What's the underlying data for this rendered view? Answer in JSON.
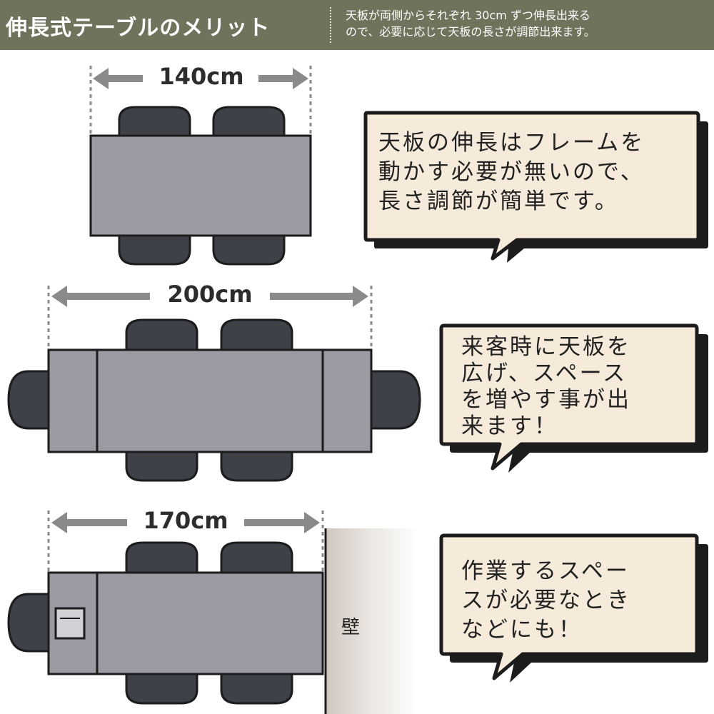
{
  "header": {
    "title": "伸長式テーブルのメリット",
    "desc_line1": "天板が両側からそれぞれ 30cm ずつ伸長出来る",
    "desc_line2": "ので、必要に応じて天板の長さが調節出来ます。"
  },
  "tables": [
    {
      "width_label": "140cm",
      "bubble_lines": [
        "天板の伸長はフレームを",
        "動かす必要が無いので、",
        "長さ調節が簡単です。"
      ]
    },
    {
      "width_label": "200cm",
      "bubble_lines": [
        "来客時に天板を",
        "広げ、スペース",
        "を増やす事が出",
        "来ます！"
      ]
    },
    {
      "width_label": "170cm",
      "wall_label": "壁",
      "bubble_lines": [
        "作業するスペー",
        "スが必要なとき",
        "などにも！"
      ]
    }
  ],
  "colors": {
    "header_bg": "#6e735c",
    "table_top": "#9a9aa2",
    "chair": "#3f4148",
    "bubble_bg": "#f6eadb",
    "arrow": "#8a8a8a"
  }
}
